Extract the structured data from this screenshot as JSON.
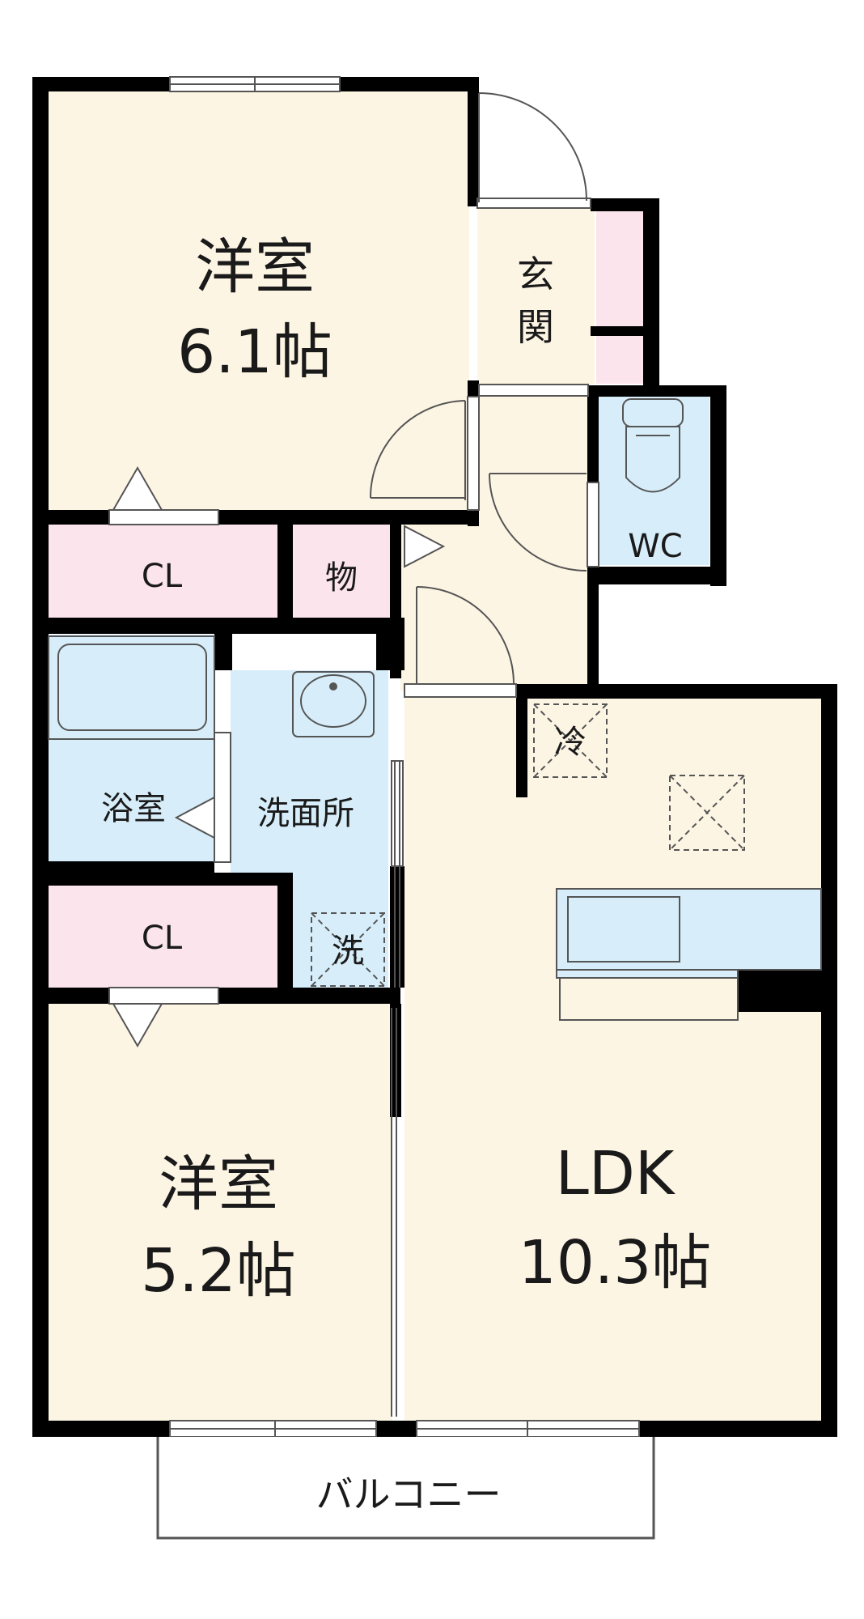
{
  "colors": {
    "room": "#fdf5e4",
    "wet": "#d7eefa",
    "closet": "#fbe4ec",
    "wall": "#000000",
    "line": "#555555"
  },
  "rooms": {
    "western_1": {
      "name": "洋室",
      "size": "6.1帖"
    },
    "western_2": {
      "name": "洋室",
      "size": "5.2帖"
    },
    "ldk": {
      "name": "LDK",
      "size": "10.3帖"
    },
    "entrance": {
      "char1": "玄",
      "char2": "関"
    },
    "wc": "WC",
    "closet_1": "CL",
    "closet_2": "CL",
    "storage": "物",
    "bath": "浴室",
    "washroom": "洗面所",
    "fridge": "冷",
    "washer": "洗",
    "balcony": "バルコニー"
  }
}
